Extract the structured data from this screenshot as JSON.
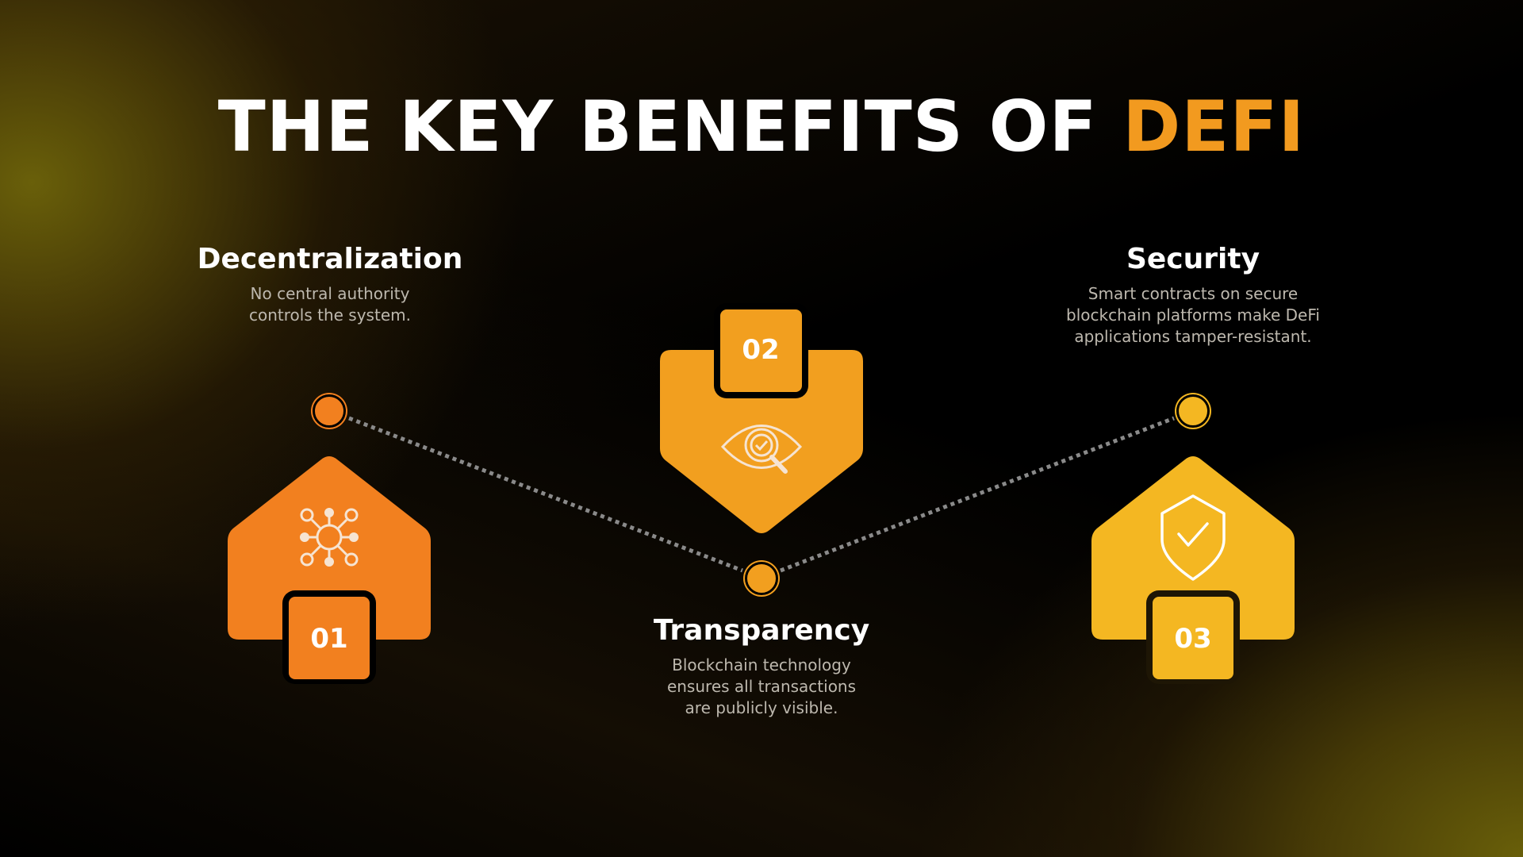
{
  "title": {
    "main": "THE KEY BENEFITS OF ",
    "accent": "DEFI",
    "accent_color": "#f29a1f"
  },
  "benefits": [
    {
      "number": "01",
      "heading": "Decentralization",
      "description_lines": [
        "No central authority",
        "controls the system."
      ],
      "icon": "network-hub-icon",
      "color": "#f2801f"
    },
    {
      "number": "02",
      "heading": "Transparency",
      "description_lines": [
        "Blockchain technology",
        "ensures all transactions",
        "are publicly visible."
      ],
      "icon": "eye-magnifier-check-icon",
      "color": "#f29f1f"
    },
    {
      "number": "03",
      "heading": "Security",
      "description_lines": [
        "Smart contracts on secure",
        "blockchain platforms make DeFi",
        "applications tamper-resistant."
      ],
      "icon": "shield-check-icon",
      "color": "#f4b722"
    }
  ],
  "connector": {
    "style": "dotted",
    "color": "#8a8a8a"
  }
}
